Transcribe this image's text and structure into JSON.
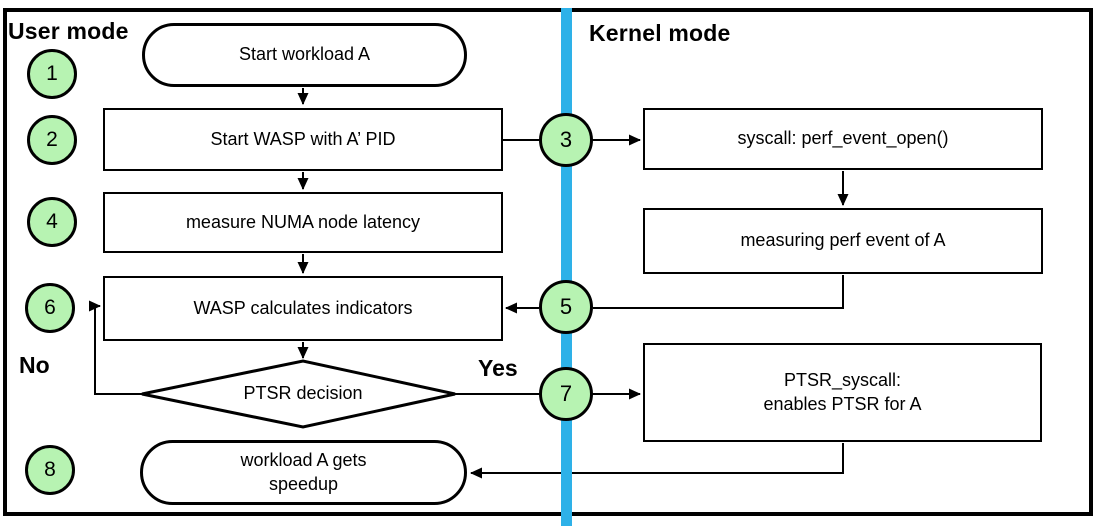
{
  "regions": {
    "user": "User mode",
    "kernel": "Kernel mode"
  },
  "steps": [
    "1",
    "2",
    "3",
    "4",
    "5",
    "6",
    "7",
    "8"
  ],
  "nodes": {
    "start_workload": "Start workload A",
    "start_wasp": "Start WASP with A’ PID",
    "measure_numa": "measure NUMA node latency",
    "wasp_indicators": "WASP calculates indicators",
    "ptsr_decision": "PTSR decision",
    "workload_speedup": "workload A gets\nspeedup",
    "syscall_open": "syscall: perf_event_open()",
    "measuring_perf": "measuring perf event of A",
    "ptsr_syscall": "PTSR_syscall:\nenables PTSR for A"
  },
  "edge_labels": {
    "no": "No",
    "yes": "Yes"
  },
  "colors": {
    "step_circle_fill": "#b7f3b2",
    "divider_blue": "#2eb1e8",
    "line_black": "#000000",
    "node_fill": "#ffffff"
  }
}
